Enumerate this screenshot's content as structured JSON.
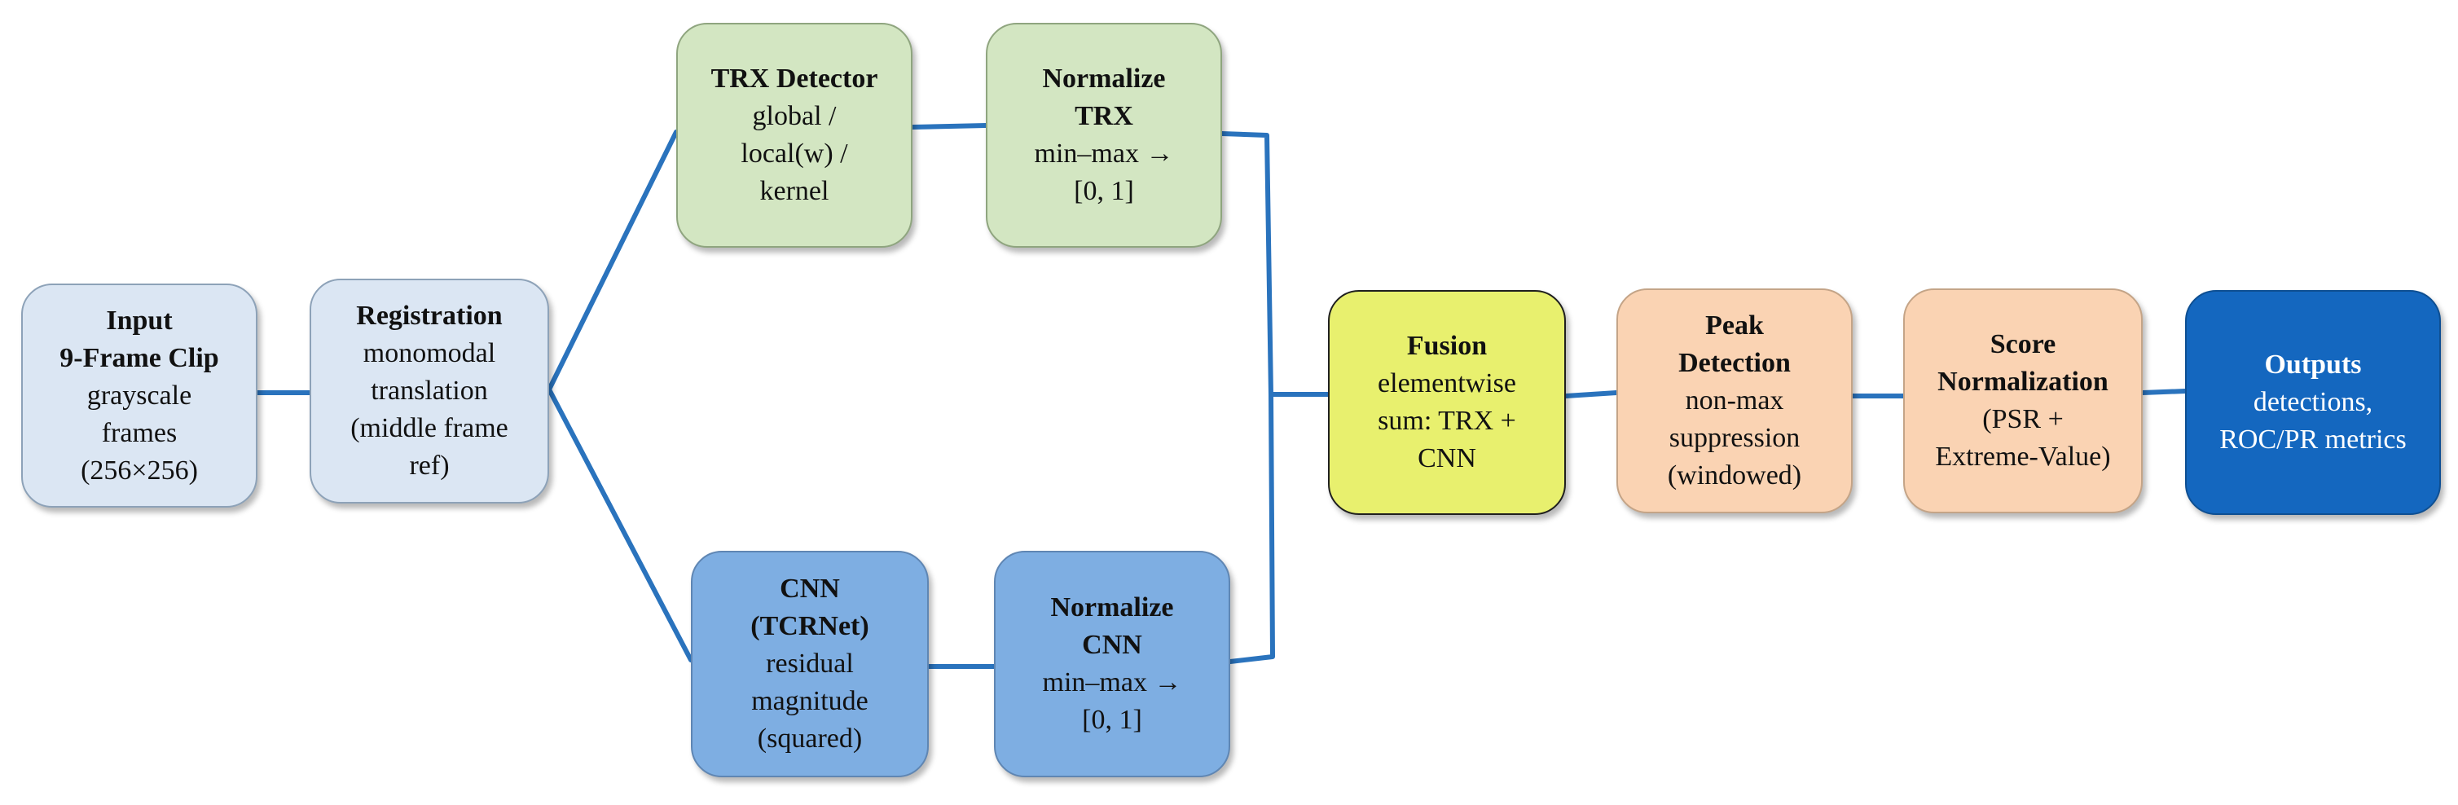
{
  "nodes": {
    "input": {
      "title": [
        "Input",
        "9-Frame Clip"
      ],
      "lines": [
        "grayscale",
        "frames",
        "(256×256)"
      ]
    },
    "registration": {
      "title": [
        "Registration"
      ],
      "lines": [
        "monomodal",
        "translation",
        "(middle frame",
        "ref)"
      ]
    },
    "trx_detector": {
      "title": [
        "TRX Detector"
      ],
      "lines": [
        "global /",
        "local(w) /",
        "kernel"
      ]
    },
    "normalize_trx": {
      "title": [
        "Normalize",
        "TRX"
      ],
      "lines": [
        "min–max →",
        "[0, 1]"
      ]
    },
    "cnn": {
      "title": [
        "CNN",
        "(TCRNet)"
      ],
      "lines": [
        "residual",
        "magnitude",
        "(squared)"
      ]
    },
    "normalize_cnn": {
      "title": [
        "Normalize",
        "CNN"
      ],
      "lines": [
        "min–max →",
        "[0, 1]"
      ]
    },
    "fusion": {
      "title": [
        "Fusion"
      ],
      "lines": [
        "elementwise",
        "sum: TRX +",
        "CNN"
      ]
    },
    "peak_detection": {
      "title": [
        "Peak",
        "Detection"
      ],
      "lines": [
        "non-max",
        "suppression",
        "(windowed)"
      ]
    },
    "score_normalization": {
      "title": [
        "Score",
        "Normalization"
      ],
      "lines": [
        "(PSR +",
        "Extreme-Value)"
      ]
    },
    "outputs": {
      "title": [
        "Outputs"
      ],
      "lines": [
        "detections,",
        "ROC/PR metrics"
      ]
    }
  },
  "colors": {
    "connector": "#2a73bd",
    "input_fill": "#dbe6f3",
    "trx_fill": "#d3e6c2",
    "cnn_fill": "#7eaee2",
    "fusion_fill": "#e8f06e",
    "post_fill": "#fad3b3",
    "output_fill": "#1467bf"
  }
}
